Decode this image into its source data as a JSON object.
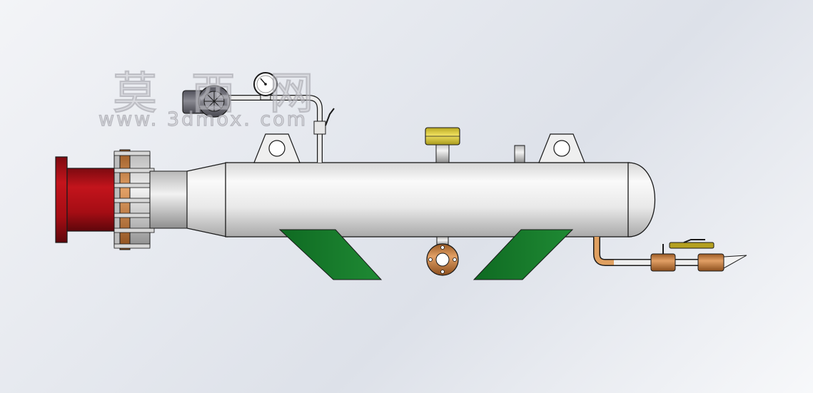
{
  "watermark": {
    "chinese": "莫 西 网",
    "url": "www. 3dmox. com"
  },
  "colors": {
    "vessel_body": "#e8e8e8",
    "inlet_cap": "#a80c14",
    "copper_ring": "#d08a4a",
    "saddle_green": "#167a2a",
    "flange_yellow": "#d8c83a",
    "motor_gray": "#6e6e74",
    "line_outline": "#1a1a1a"
  },
  "components": [
    "inlet-flange",
    "reducer-cone",
    "horizontal-vessel",
    "lifting-lug-left",
    "lifting-lug-right",
    "top-nozzle-flange",
    "top-short-nozzle",
    "pressure-gauge",
    "gear-motor",
    "gauge-pipe-with-valve",
    "saddle-support-left",
    "saddle-support-right",
    "bottom-drain-flange",
    "outlet-pipe-with-ball-valves"
  ]
}
